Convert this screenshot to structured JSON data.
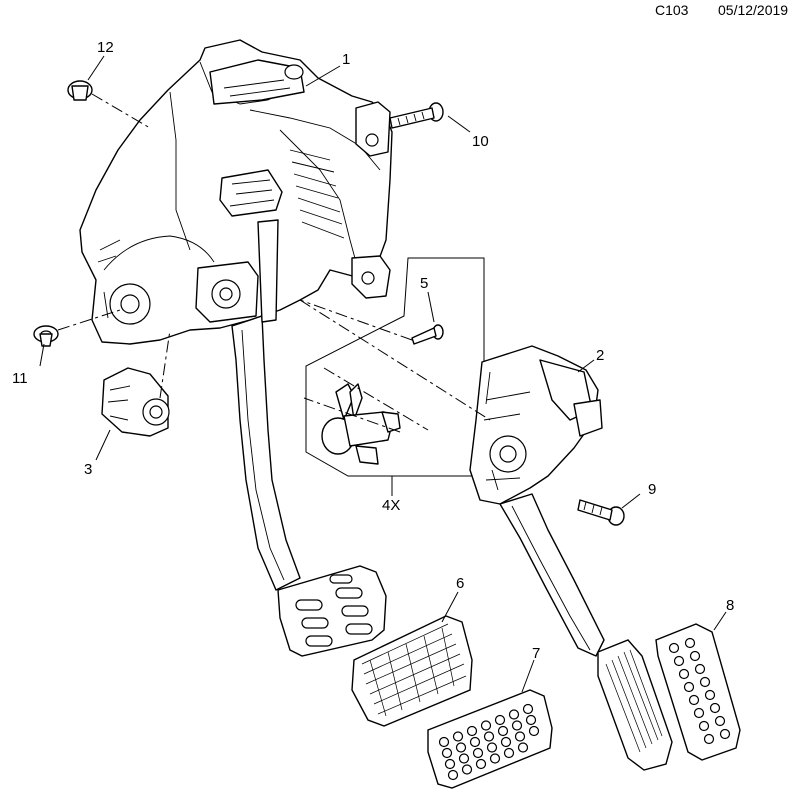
{
  "header": {
    "code": "C103",
    "date": "05/12/2019"
  },
  "callouts": {
    "c1": "1",
    "c2": "2",
    "c3": "3",
    "c5": "5",
    "c6": "6",
    "c7": "7",
    "c8": "8",
    "c9": "9",
    "c10": "10",
    "c11": "11",
    "c12": "12",
    "qty": "4X"
  }
}
